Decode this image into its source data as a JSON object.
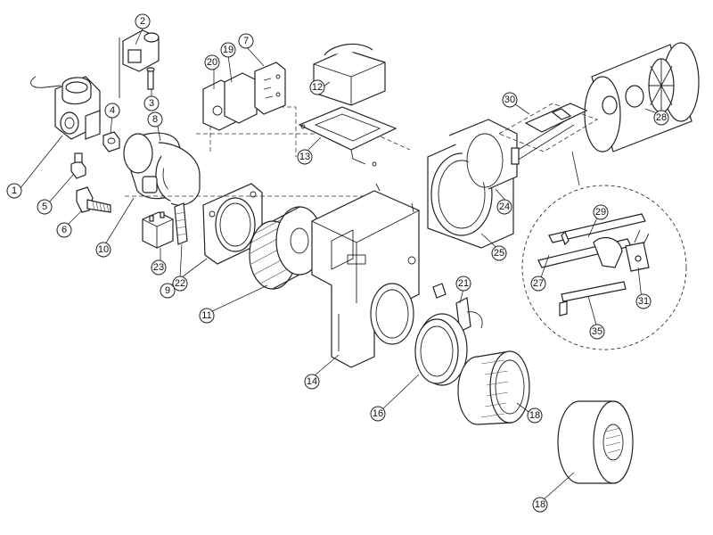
{
  "callouts": [
    "1",
    "2",
    "3",
    "4",
    "5",
    "6",
    "7",
    "8",
    "9",
    "10",
    "11",
    "12",
    "13",
    "14",
    "16",
    "18",
    "19",
    "20",
    "21",
    "22",
    "23",
    "24",
    "25",
    "27",
    "28",
    "29",
    "30",
    "31",
    "35",
    "18"
  ]
}
